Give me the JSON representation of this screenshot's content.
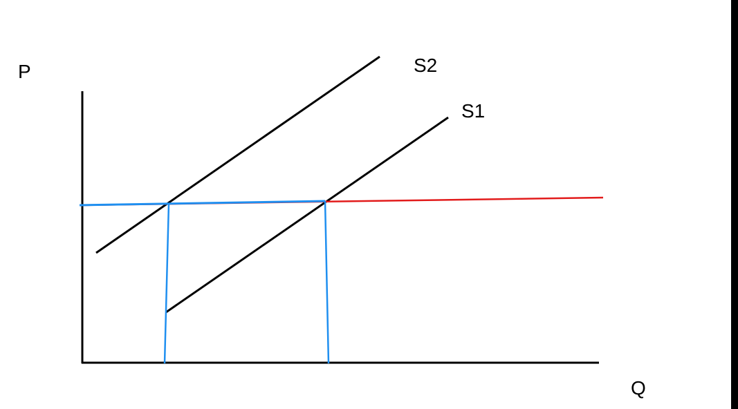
{
  "labels": {
    "price_axis": "P",
    "quantity_axis": "Q",
    "supply_1": "S1",
    "supply_2": "S2"
  },
  "colors": {
    "axes": "#000000",
    "supply_curves": "#000000",
    "price_line": "#e21b1b",
    "guide_lines": "#1f8ff0",
    "background": "#ffffff"
  }
}
